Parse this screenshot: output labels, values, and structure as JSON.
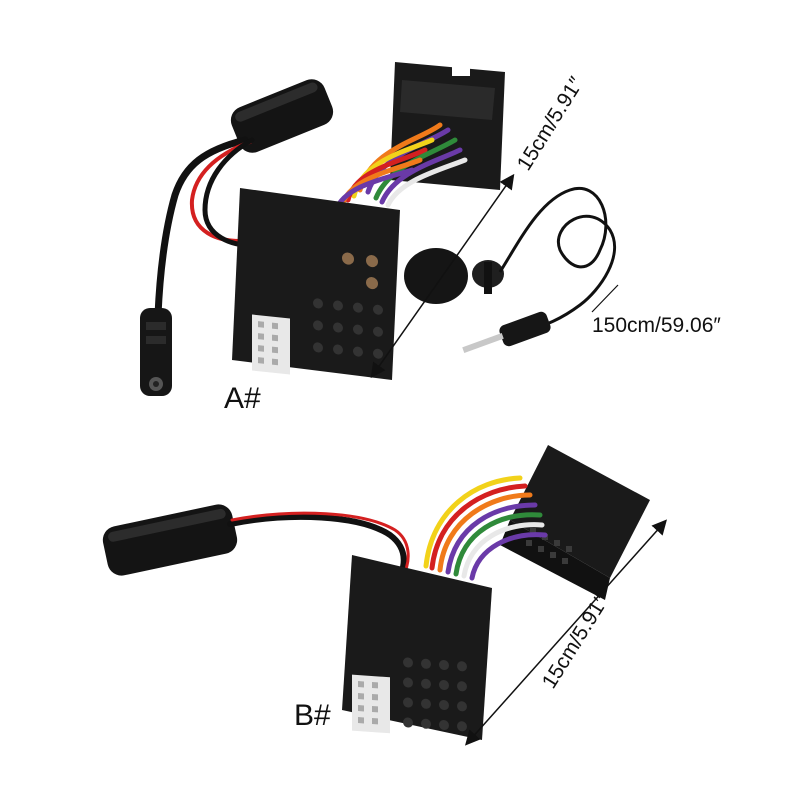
{
  "variant_a": {
    "label": "A#",
    "cable_length_label": "15cm/5.91″",
    "mic_length_label": "150cm/59.06″"
  },
  "variant_b": {
    "label": "B#",
    "cable_length_label": "15cm/5.91″"
  },
  "colors": {
    "connector": "#1a1a1a",
    "cable": "#111111",
    "red_wire": "#d42020",
    "wire_orange": "#f07a1a",
    "wire_purple": "#6a3aa8",
    "wire_yellow": "#f2d21a",
    "wire_green": "#2f8a3a",
    "wire_white": "#e8e8e8"
  }
}
